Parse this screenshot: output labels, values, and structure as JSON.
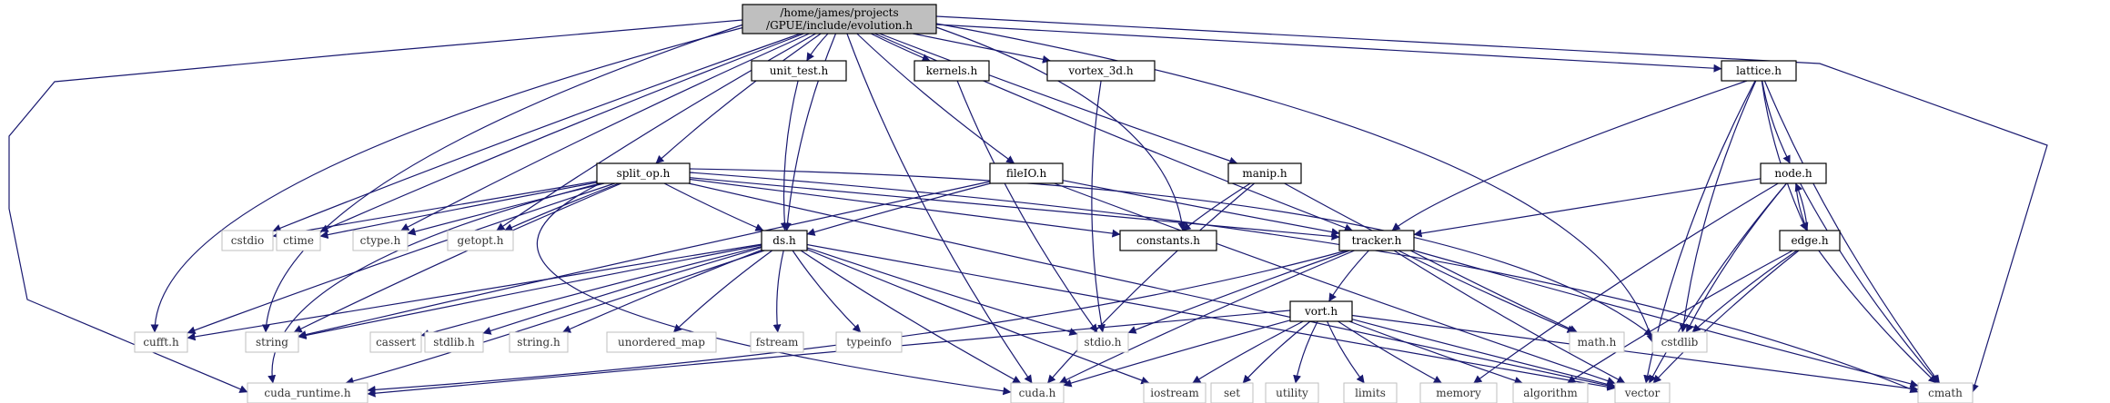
{
  "graph": {
    "root": {
      "id": "evolution",
      "line1": "/home/james/projects",
      "line2": "/GPUE/include/evolution.h"
    },
    "nodes": [
      {
        "id": "unit_test",
        "label": "unit_test.h",
        "kind": "documented"
      },
      {
        "id": "kernels",
        "label": "kernels.h",
        "kind": "documented"
      },
      {
        "id": "vortex_3d",
        "label": "vortex_3d.h",
        "kind": "documented"
      },
      {
        "id": "lattice",
        "label": "lattice.h",
        "kind": "documented"
      },
      {
        "id": "split_op",
        "label": "split_op.h",
        "kind": "documented"
      },
      {
        "id": "fileIO",
        "label": "fileIO.h",
        "kind": "documented"
      },
      {
        "id": "manip",
        "label": "manip.h",
        "kind": "documented"
      },
      {
        "id": "node",
        "label": "node.h",
        "kind": "documented"
      },
      {
        "id": "constants",
        "label": "constants.h",
        "kind": "documented"
      },
      {
        "id": "tracker",
        "label": "tracker.h",
        "kind": "documented"
      },
      {
        "id": "edge",
        "label": "edge.h",
        "kind": "documented"
      },
      {
        "id": "ds",
        "label": "ds.h",
        "kind": "documented"
      },
      {
        "id": "vort",
        "label": "vort.h",
        "kind": "documented"
      },
      {
        "id": "cstdio",
        "label": "cstdio",
        "kind": "system"
      },
      {
        "id": "ctime",
        "label": "ctime",
        "kind": "system"
      },
      {
        "id": "ctype_h",
        "label": "ctype.h",
        "kind": "system"
      },
      {
        "id": "getopt_h",
        "label": "getopt.h",
        "kind": "system"
      },
      {
        "id": "cufft_h",
        "label": "cufft.h",
        "kind": "system"
      },
      {
        "id": "string",
        "label": "string",
        "kind": "system"
      },
      {
        "id": "cassert",
        "label": "cassert",
        "kind": "system"
      },
      {
        "id": "stdlib_h",
        "label": "stdlib.h",
        "kind": "system"
      },
      {
        "id": "string_h",
        "label": "string.h",
        "kind": "system"
      },
      {
        "id": "unordered_map",
        "label": "unordered_map",
        "kind": "system"
      },
      {
        "id": "fstream",
        "label": "fstream",
        "kind": "system"
      },
      {
        "id": "typeinfo",
        "label": "typeinfo",
        "kind": "system"
      },
      {
        "id": "stdio_h",
        "label": "stdio.h",
        "kind": "system"
      },
      {
        "id": "math_h",
        "label": "math.h",
        "kind": "system"
      },
      {
        "id": "cstdlib",
        "label": "cstdlib",
        "kind": "system"
      },
      {
        "id": "cuda_runtime_h",
        "label": "cuda_runtime.h",
        "kind": "system"
      },
      {
        "id": "cuda_h",
        "label": "cuda.h",
        "kind": "system"
      },
      {
        "id": "iostream",
        "label": "iostream",
        "kind": "system"
      },
      {
        "id": "set",
        "label": "set",
        "kind": "system"
      },
      {
        "id": "utility",
        "label": "utility",
        "kind": "system"
      },
      {
        "id": "limits",
        "label": "limits",
        "kind": "system"
      },
      {
        "id": "memory",
        "label": "memory",
        "kind": "system"
      },
      {
        "id": "algorithm",
        "label": "algorithm",
        "kind": "system"
      },
      {
        "id": "vector",
        "label": "vector",
        "kind": "system"
      },
      {
        "id": "cmath",
        "label": "cmath",
        "kind": "system"
      }
    ],
    "edges": [
      [
        "evolution",
        "unit_test"
      ],
      [
        "evolution",
        "kernels"
      ],
      [
        "evolution",
        "vortex_3d"
      ],
      [
        "evolution",
        "lattice"
      ],
      [
        "evolution",
        "split_op"
      ],
      [
        "evolution",
        "fileIO"
      ],
      [
        "evolution",
        "manip"
      ],
      [
        "evolution",
        "tracker"
      ],
      [
        "evolution",
        "ds"
      ],
      [
        "evolution",
        "constants"
      ],
      [
        "evolution",
        "cstdio"
      ],
      [
        "evolution",
        "ctime"
      ],
      [
        "evolution",
        "ctype_h"
      ],
      [
        "evolution",
        "getopt_h"
      ],
      [
        "evolution",
        "cufft_h"
      ],
      [
        "evolution",
        "string"
      ],
      [
        "evolution",
        "cstdlib"
      ],
      [
        "evolution",
        "cuda_runtime_h"
      ],
      [
        "evolution",
        "cuda_h"
      ],
      [
        "evolution",
        "cmath"
      ],
      [
        "unit_test",
        "ds"
      ],
      [
        "kernels",
        "stdio_h"
      ],
      [
        "vortex_3d",
        "stdio_h"
      ],
      [
        "lattice",
        "node"
      ],
      [
        "lattice",
        "edge"
      ],
      [
        "lattice",
        "tracker"
      ],
      [
        "lattice",
        "cstdlib"
      ],
      [
        "lattice",
        "vector"
      ],
      [
        "lattice",
        "cmath"
      ],
      [
        "split_op",
        "ds"
      ],
      [
        "split_op",
        "constants"
      ],
      [
        "split_op",
        "tracker"
      ],
      [
        "split_op",
        "cstdio"
      ],
      [
        "split_op",
        "ctime"
      ],
      [
        "split_op",
        "ctype_h"
      ],
      [
        "split_op",
        "getopt_h"
      ],
      [
        "split_op",
        "cufft_h"
      ],
      [
        "split_op",
        "string"
      ],
      [
        "split_op",
        "cuda_runtime_h"
      ],
      [
        "split_op",
        "cuda_h"
      ],
      [
        "split_op",
        "cstdlib"
      ],
      [
        "split_op",
        "cmath"
      ],
      [
        "split_op",
        "vector"
      ],
      [
        "fileIO",
        "ds"
      ],
      [
        "fileIO",
        "tracker"
      ],
      [
        "fileIO",
        "string"
      ],
      [
        "fileIO",
        "vector"
      ],
      [
        "manip",
        "constants"
      ],
      [
        "manip",
        "math_h"
      ],
      [
        "manip",
        "cuda_h"
      ],
      [
        "node",
        "edge"
      ],
      [
        "node",
        "tracker"
      ],
      [
        "node",
        "cstdlib"
      ],
      [
        "node",
        "memory"
      ],
      [
        "node",
        "vector"
      ],
      [
        "node",
        "cmath"
      ],
      [
        "edge",
        "node"
      ],
      [
        "edge",
        "cstdlib"
      ],
      [
        "edge",
        "algorithm"
      ],
      [
        "edge",
        "vector"
      ],
      [
        "edge",
        "cmath"
      ],
      [
        "tracker",
        "vort"
      ],
      [
        "tracker",
        "stdio_h"
      ],
      [
        "tracker",
        "math_h"
      ],
      [
        "tracker",
        "cuda_h"
      ],
      [
        "tracker",
        "cuda_runtime_h"
      ],
      [
        "tracker",
        "vector"
      ],
      [
        "tracker",
        "cmath"
      ],
      [
        "ds",
        "cufft_h"
      ],
      [
        "ds",
        "string"
      ],
      [
        "ds",
        "cassert"
      ],
      [
        "ds",
        "stdlib_h"
      ],
      [
        "ds",
        "string_h"
      ],
      [
        "ds",
        "unordered_map"
      ],
      [
        "ds",
        "fstream"
      ],
      [
        "ds",
        "typeinfo"
      ],
      [
        "ds",
        "stdio_h"
      ],
      [
        "ds",
        "cuda_h"
      ],
      [
        "ds",
        "iostream"
      ],
      [
        "ds",
        "cuda_runtime_h"
      ],
      [
        "ds",
        "vector"
      ],
      [
        "vort",
        "cuda_runtime_h"
      ],
      [
        "vort",
        "cuda_h"
      ],
      [
        "vort",
        "iostream"
      ],
      [
        "vort",
        "set"
      ],
      [
        "vort",
        "utility"
      ],
      [
        "vort",
        "limits"
      ],
      [
        "vort",
        "memory"
      ],
      [
        "vort",
        "algorithm"
      ],
      [
        "vort",
        "vector"
      ],
      [
        "vort",
        "cmath"
      ]
    ]
  }
}
